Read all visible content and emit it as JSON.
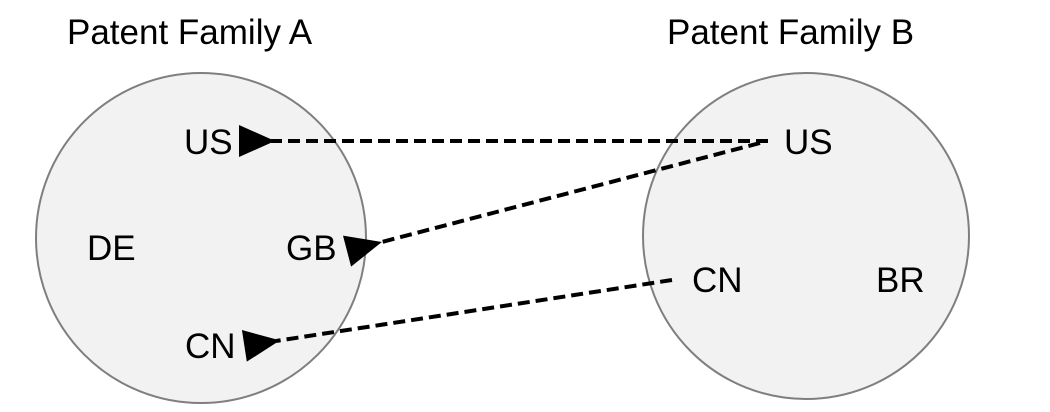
{
  "colors": {
    "circle_fill": "#f2f2f2",
    "circle_stroke": "#7f7f7f",
    "arrow": "#000000",
    "text": "#000000"
  },
  "family_a": {
    "title": "Patent Family A",
    "members": {
      "us": "US",
      "de": "DE",
      "gb": "GB",
      "cn": "CN"
    }
  },
  "family_b": {
    "title": "Patent Family B",
    "members": {
      "us": "US",
      "cn": "CN",
      "br": "BR"
    }
  },
  "arrows": [
    {
      "from": "family_b.us",
      "to": "family_a.us",
      "style": "dashed"
    },
    {
      "from": "family_b.us",
      "to": "family_a.gb",
      "style": "dashed"
    },
    {
      "from": "family_b.cn",
      "to": "family_a.cn",
      "style": "dashed"
    }
  ]
}
